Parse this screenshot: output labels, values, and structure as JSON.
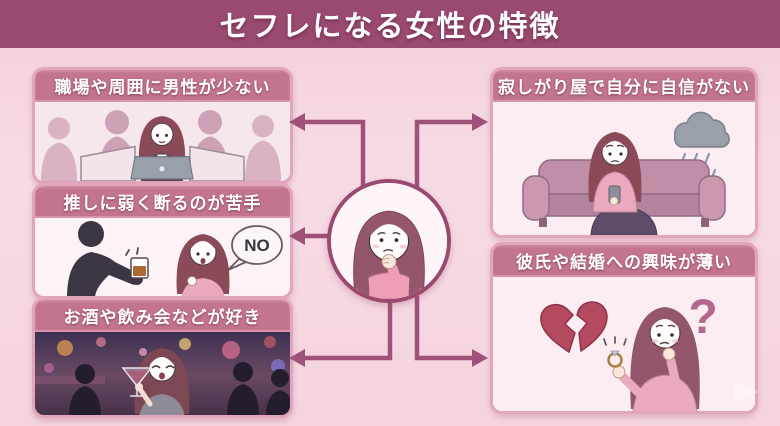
{
  "title": "セフレになる女性の特徴",
  "colors": {
    "title_bar": "#9a4a6f",
    "label_bar": "#c3748e",
    "box_border": "#e2a6bc",
    "box_background": "#fdf3f7",
    "arrow": "#a0517a",
    "page_background": "#f5d6e0"
  },
  "center": {
    "illustration": "worried-woman-thinking"
  },
  "left_boxes": [
    {
      "label": "職場や周囲に男性が少ない",
      "illustration": "office-with-few-men"
    },
    {
      "label": "推しに弱く断るのが苦手",
      "illustration": "man-offering-drink",
      "bubble_text": "NO"
    },
    {
      "label": "お酒や飲み会などが好き",
      "illustration": "party-with-cocktail"
    }
  ],
  "right_boxes": [
    {
      "label": "寂しがり屋で自分に自信がない",
      "illustration": "lonely-woman-on-couch-rain-cloud"
    },
    {
      "label": "彼氏や結婚への興味が薄い",
      "illustration": "woman-doubting-ring",
      "question_mark": "?"
    }
  ]
}
